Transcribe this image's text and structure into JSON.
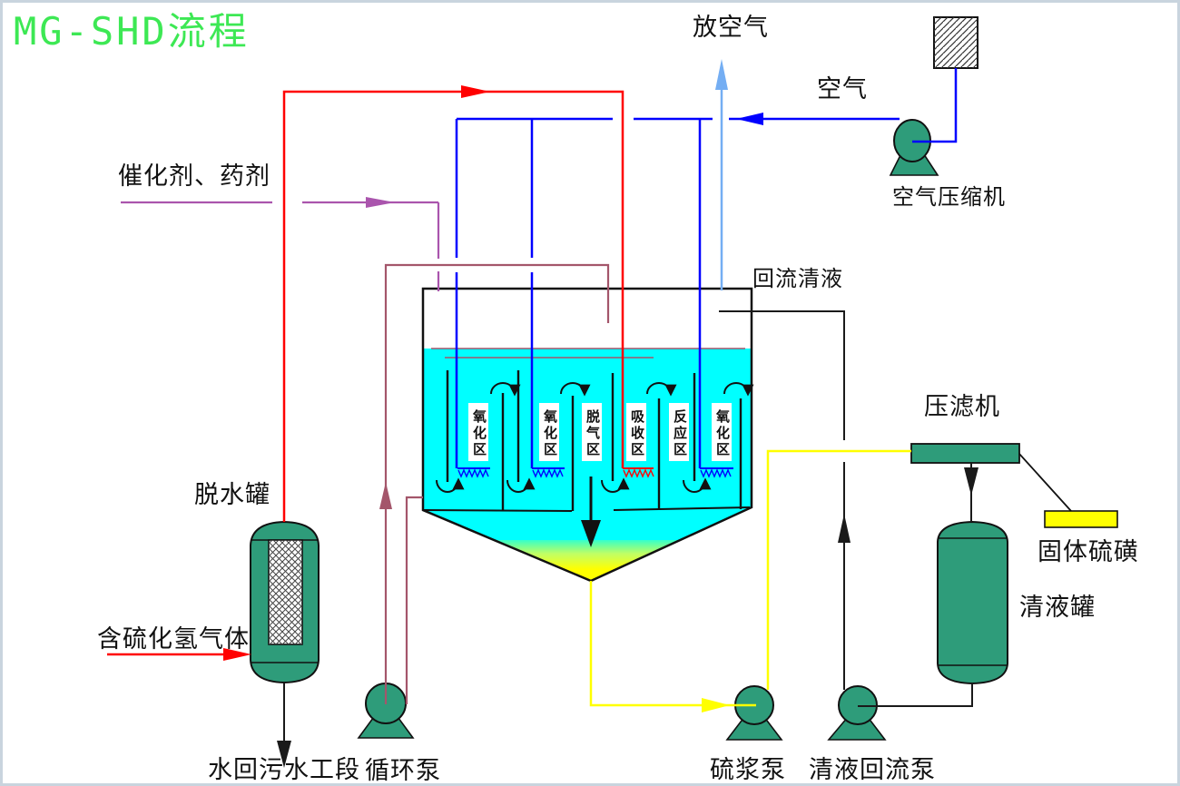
{
  "title": {
    "text": "MG-SHD流程"
  },
  "streams": {
    "vent_air": "放空气",
    "air": "空气",
    "catalyst": "催化剂、药剂",
    "return_clear_liquid": "回流清液",
    "h2s_gas": "含硫化氢气体",
    "water_to_wastewater": "水回污水工段",
    "solid_sulfur": "固体硫磺"
  },
  "equipment": {
    "air_compressor": "空气压缩机",
    "dehydration_tank": "脱水罐",
    "circulation_pump": "循环泵",
    "sulfur_slurry_pump": "硫浆泵",
    "clear_liquid_return_pump": "清液回流泵",
    "filter_press": "压滤机",
    "clear_liquid_tank": "清液罐"
  },
  "reactor_zones": [
    {
      "label": "氧化区"
    },
    {
      "label": "氧化区"
    },
    {
      "label": "脱气区"
    },
    {
      "label": "吸收区"
    },
    {
      "label": "反应区"
    },
    {
      "label": "氧化区"
    }
  ],
  "colors": {
    "title_green": "#3de854",
    "pipe_red": "#ff0000",
    "pipe_blue": "#0000ff",
    "pipe_light_blue": "#74aef3",
    "pipe_maroon": "#a4566b",
    "pipe_purple": "#aa55ad",
    "pipe_yellow": "#ffff00",
    "pipe_black": "#1a1a1a",
    "equipment_teal": "#2e9c7a",
    "liquid_cyan": "#00ffff",
    "sulfur_yellow": "#ffff00"
  }
}
